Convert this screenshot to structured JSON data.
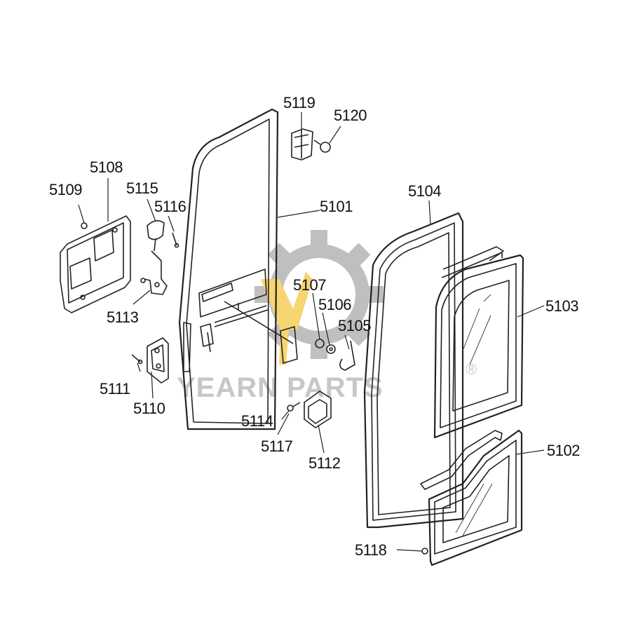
{
  "diagram": {
    "labels": {
      "p5101": "5101",
      "p5102": "5102",
      "p5103": "5103",
      "p5104": "5104",
      "p5105": "5105",
      "p5106": "5106",
      "p5107": "5107",
      "p5108": "5108",
      "p5109": "5109",
      "p5110": "5110",
      "p5111": "5111",
      "p5112": "5112",
      "p5113": "5113",
      "p5114": "5114",
      "p5115": "5115",
      "p5116": "5116",
      "p5117": "5117",
      "p5118": "5118",
      "p5119": "5119",
      "p5120": "5120"
    }
  },
  "watermark": {
    "brand": "YEARN PARTS",
    "registered": "®",
    "gear_color": "#8c8c8c",
    "accent_color": "#f2b300"
  }
}
